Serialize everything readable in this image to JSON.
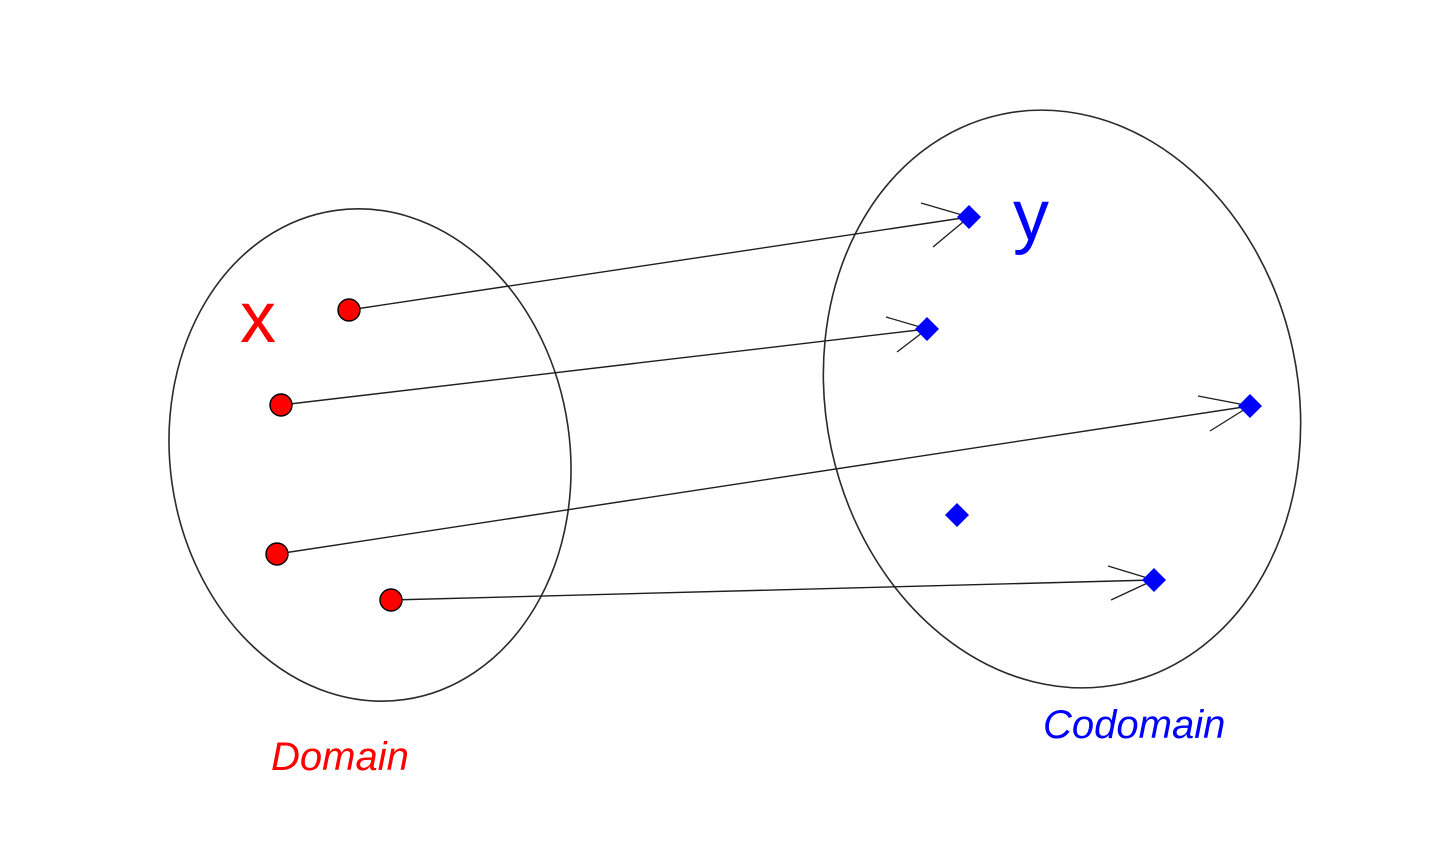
{
  "colors": {
    "domain": "#ff0000",
    "codomain": "#0000ff",
    "outline": "#2a2a2a"
  },
  "domain": {
    "variable_label": "x",
    "set_label": "Domain",
    "element_count": 4
  },
  "codomain": {
    "variable_label": "y",
    "set_label": "Codomain",
    "element_count": 5
  },
  "mapping": [
    {
      "from": 0,
      "to": 0
    },
    {
      "from": 1,
      "to": 1
    },
    {
      "from": 2,
      "to": 2
    },
    {
      "from": 3,
      "to": 4
    }
  ],
  "unmapped_codomain_elements": [
    3
  ]
}
